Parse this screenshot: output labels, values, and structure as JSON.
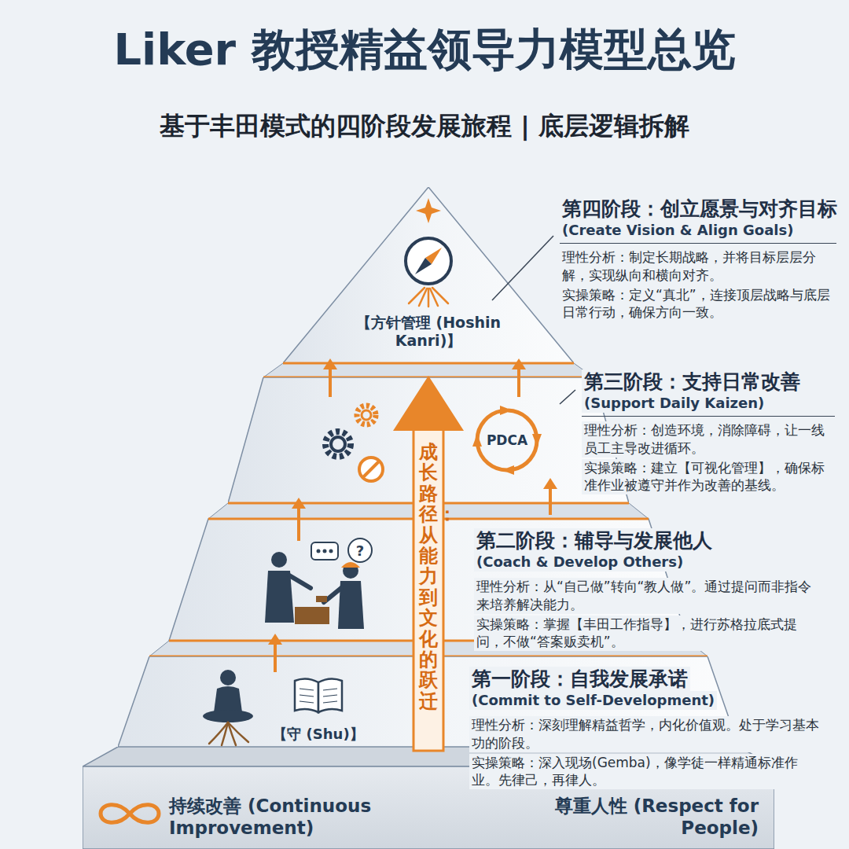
{
  "diagram": {
    "title": "Liker 教授精益领导力模型总览",
    "nodes": [
      {
        "text": [
          "【方针管理 (Hoshin Kanri)】"
        ]
      },
      {
        "text": [
          "PDCA"
        ]
      },
      {
        "text": [
          "【守 (Shu)】"
        ]
      },
      {
        "text": [
          "持续改善 (Continuous Improvement)",
          "尊重人性 (Respect for People)"
        ]
      }
    ],
    "labels": [
      "基于丰田模式的四阶段发展旅程 | 底层逻辑拆解",
      "第四阶段：创立愿景与对齐目标",
      "(Create Vision & Align Goals)",
      "理性分析：制定长期战略，并将目标层层分解，实现纵向和横向对齐。",
      "实操策略：定义“真北”，连接顶层战略与底层日常行动，确保方向一致。",
      "第三阶段：支持日常改善",
      "(Support Daily Kaizen)",
      "理性分析：创造环境，消除障碍，让一线员工主导改进循环。",
      "实操策略：建立【可视化管理】，确保标准作业被遵守并作为改善的基线。",
      "成长路径：从能力到文化的跃迁",
      "?",
      "第二阶段：辅导与发展他人",
      "(Coach & Develop Others)",
      "理性分析：从“自己做”转向“教人做”。通过提问而非指令来培养解决能力。",
      "实操策略：掌握【丰田工作指导】，进行苏格拉底式提问，不做“答案贩卖机”。",
      "第一阶段：自我发展承诺",
      "(Commit to Self-Development)",
      "理性分析：深刻理解精益哲学，内化价值观。处于学习基本功的阶段。",
      "实操策略：深入现场(Gemba)，像学徒一样精通标准作业。先律己，再律人。"
    ]
  }
}
